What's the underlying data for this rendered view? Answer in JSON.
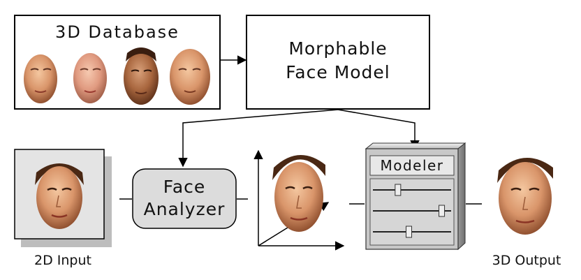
{
  "database": {
    "title": "3D Database",
    "faces": [
      "face-1",
      "face-2",
      "face-3",
      "face-4"
    ]
  },
  "model": {
    "line1": "Morphable",
    "line2": "Face Model"
  },
  "analyzer": {
    "line1": "Face",
    "line2": "Analyzer"
  },
  "modeler": {
    "title": "Modeler",
    "sliders": [
      0.32,
      0.88,
      0.46
    ]
  },
  "input": {
    "label": "2D Input"
  },
  "output": {
    "label": "3D Output"
  }
}
